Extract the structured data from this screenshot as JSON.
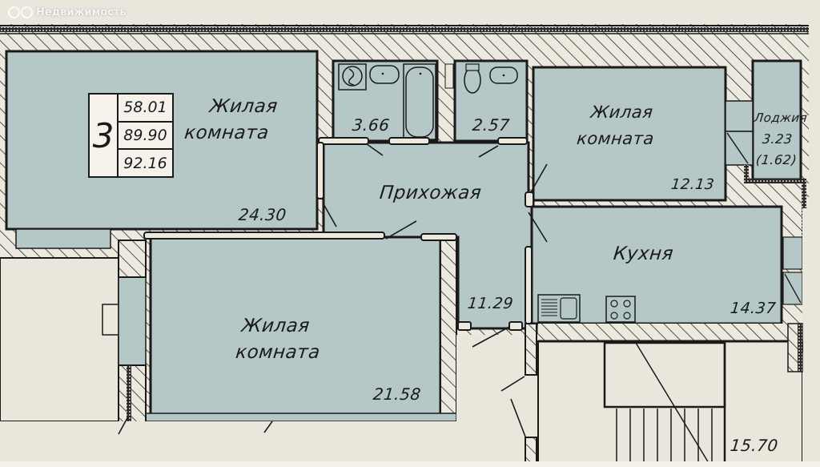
{
  "watermark": {
    "logo": "yandex-realty-logo",
    "text": "Недвижимость"
  },
  "apartment_summary": {
    "room_count": "3",
    "living_area": "58.01",
    "total_area": "89.90",
    "total_area_with_loggia": "92.16"
  },
  "rooms": [
    {
      "id": "living-room-1",
      "name_line1": "Жилая",
      "name_line2": "комната",
      "area": "24.30"
    },
    {
      "id": "bathroom",
      "name": "",
      "area": "3.66"
    },
    {
      "id": "toilet",
      "name": "",
      "area": "2.57"
    },
    {
      "id": "living-room-2",
      "name_line1": "Жилая",
      "name_line2": "комната",
      "area": "12.13"
    },
    {
      "id": "loggia",
      "name": "Лоджия",
      "area": "3.23",
      "area_reduced": "(1.62)"
    },
    {
      "id": "hallway",
      "name": "Прихожая",
      "area": "11.29"
    },
    {
      "id": "kitchen",
      "name": "Кухня",
      "area": "14.37"
    },
    {
      "id": "living-room-3",
      "name_line1": "Жилая",
      "name_line2": "комната",
      "area": "21.58"
    },
    {
      "id": "stairwell",
      "name": "",
      "area": "15.70"
    }
  ],
  "colors": {
    "room_fill": "#b5c7c7",
    "wall_fill": "#ece9df",
    "wall_line": "#1a1a1a",
    "background": "#e9e6dc"
  }
}
